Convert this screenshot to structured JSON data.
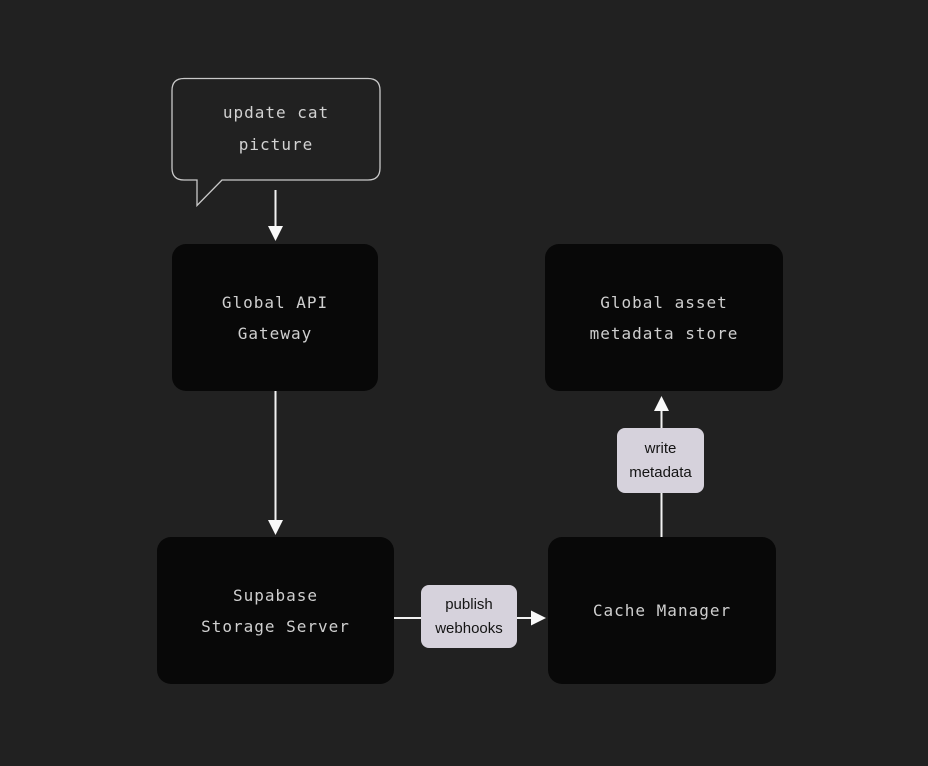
{
  "diagram": {
    "bubble": {
      "line1": "update cat",
      "line2": "picture"
    },
    "nodes": {
      "api_gateway": {
        "line1": "Global API",
        "line2": "Gateway"
      },
      "metadata_store": {
        "line1": "Global asset",
        "line2": "metadata store"
      },
      "storage_server": {
        "line1": "Supabase",
        "line2": "Storage Server"
      },
      "cache_manager": {
        "line1": "Cache Manager"
      }
    },
    "edge_labels": {
      "publish_webhooks": {
        "line1": "publish",
        "line2": "webhooks"
      },
      "write_metadata": {
        "line1": "write",
        "line2": "metadata"
      }
    },
    "theme": {
      "background": "#212121",
      "node_fill": "#080808",
      "node_text": "#cfcfcf",
      "edge_stroke": "#f2f2f2",
      "edge_label_bg": "#d6d2dc",
      "edge_label_text": "#141414",
      "bubble_border": "#c9c9c9"
    }
  }
}
